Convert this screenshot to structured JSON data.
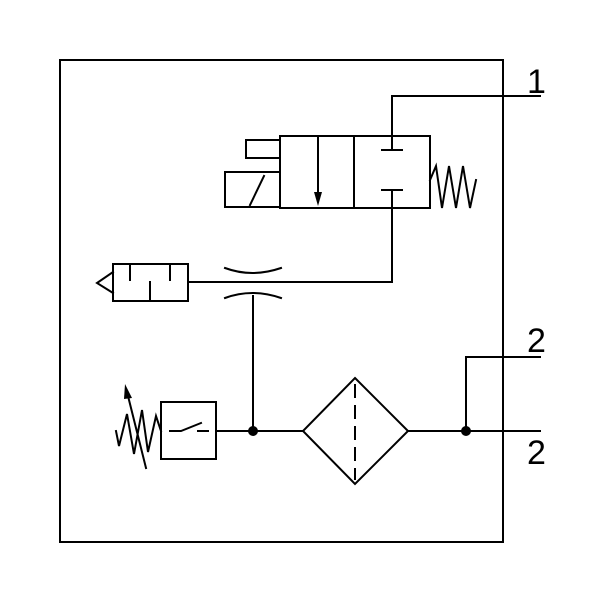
{
  "ports": {
    "port_1": "1",
    "port_2_upper": "2",
    "port_2_lower": "2"
  },
  "colors": {
    "line": "#000000",
    "background": "#ffffff"
  }
}
